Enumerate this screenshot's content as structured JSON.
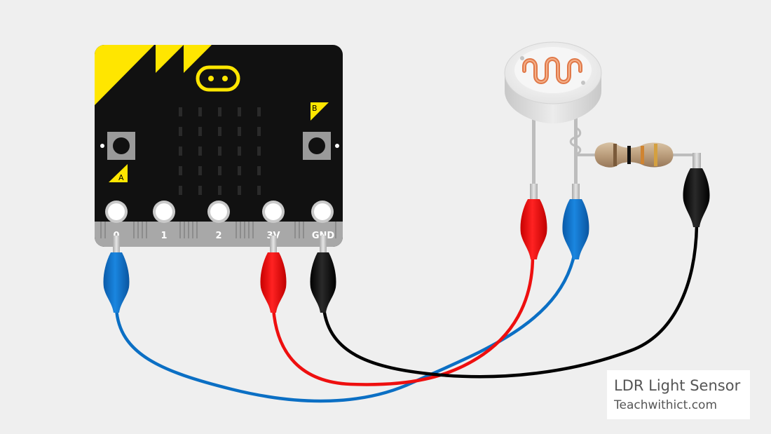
{
  "colors": {
    "background": "#efefef",
    "board": "#111111",
    "board_accent": "#ffe600",
    "wire_blue": "#0b6fc4",
    "wire_red": "#ee0f0f",
    "wire_black": "#000000",
    "clip_tip": "#c9c9c9"
  },
  "board": {
    "name": "micro:bit",
    "pins": [
      "0",
      "1",
      "2",
      "3V",
      "GND"
    ],
    "button_a": "A",
    "button_b": "B"
  },
  "components": {
    "sensor": "ldr-icon",
    "resistor": "resistor-icon"
  },
  "caption": {
    "title": "LDR Light Sensor",
    "site": "Teachwithict.com"
  }
}
